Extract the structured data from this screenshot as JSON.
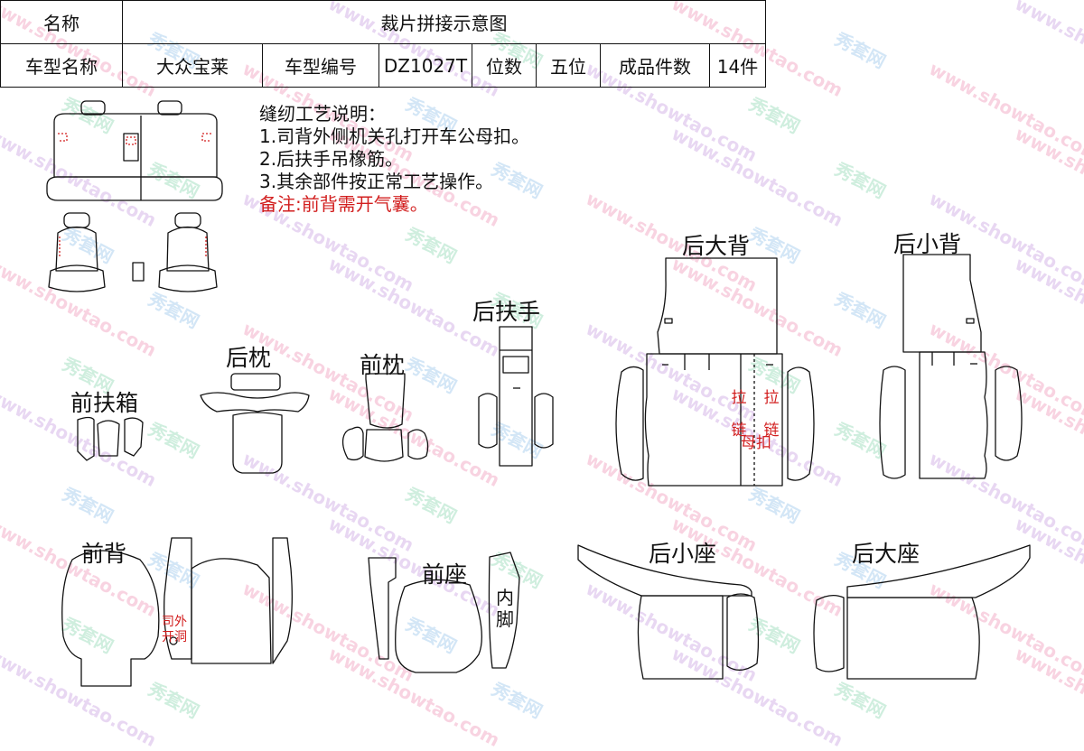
{
  "header": {
    "name_label": "名称",
    "diagram_title": "裁片拼接示意图",
    "model_name_label": "车型名称",
    "model_name": "大众宝莱",
    "model_code_label": "车型编号",
    "model_code": "DZ1027T",
    "seats_label": "位数",
    "seats": "五位",
    "pieces_label": "成品件数",
    "pieces": "14件"
  },
  "notes": {
    "title": "缝纫工艺说明：",
    "items": [
      "1.司背外侧机关孔打开车公母扣。",
      "2.后扶手吊橡筋。",
      "3.其余部件按正常工艺操作。"
    ],
    "remark": "备注:前背需开气囊。"
  },
  "parts": {
    "front_armrest_box": "前扶箱",
    "rear_headrest": "后枕",
    "front_headrest": "前枕",
    "rear_armrest": "后扶手",
    "rear_large_back": "后大背",
    "rear_small_back": "后小背",
    "front_back": "前背",
    "front_seat": "前座",
    "rear_small_seat": "后小座",
    "rear_large_seat": "后大座"
  },
  "markings": {
    "zip_left": "拉链",
    "zip_right": "拉链",
    "snap": "母扣",
    "driver_outer_hole": "司外开洞",
    "inner_foot": "内脚"
  },
  "watermark": {
    "site": "www.showtao.com",
    "brand": "秀套网"
  },
  "colors": {
    "outline": "#111111",
    "annotation_red": "#d21f1f",
    "watermark_pink": "#e23b7a",
    "watermark_blue": "#3a8fd8",
    "watermark_purple": "#9a4fc8",
    "watermark_green": "#2bb46f"
  }
}
